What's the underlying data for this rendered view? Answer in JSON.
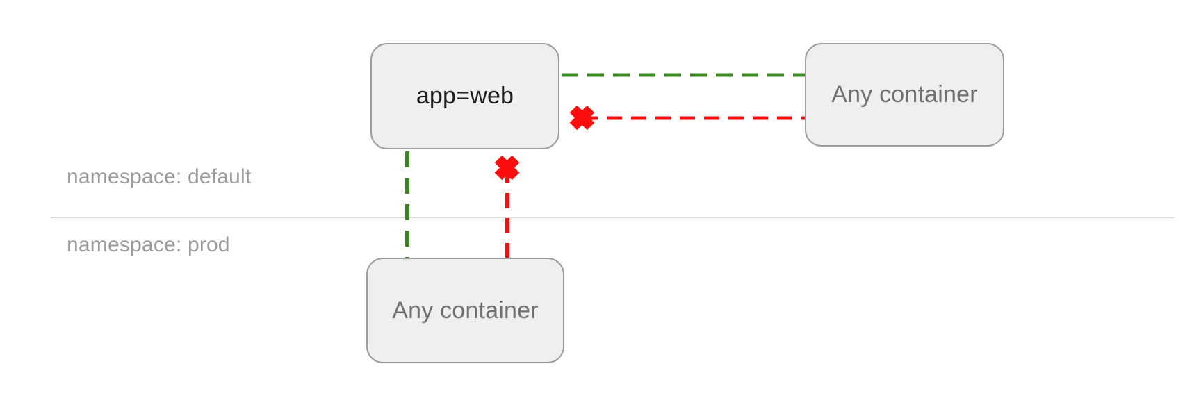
{
  "diagram": {
    "title": "network policy namespaces diagram",
    "namespaces": [
      {
        "id": "default",
        "label": "namespace: default"
      },
      {
        "id": "prod",
        "label": "namespace: prod"
      }
    ],
    "nodes": [
      {
        "id": "app-web",
        "label": "app=web",
        "namespace": "default"
      },
      {
        "id": "any-default",
        "label": "Any container",
        "namespace": "default"
      },
      {
        "id": "any-prod",
        "label": "Any container",
        "namespace": "prod"
      }
    ],
    "edges": [
      {
        "from": "app-web",
        "to": "any-default",
        "status": "allowed",
        "style": "dashed"
      },
      {
        "from": "any-default",
        "to": "app-web",
        "status": "blocked",
        "style": "dashed"
      },
      {
        "from": "app-web",
        "to": "any-prod",
        "status": "allowed",
        "style": "dashed"
      },
      {
        "from": "any-prod",
        "to": "app-web",
        "status": "blocked",
        "style": "dashed"
      }
    ],
    "colors": {
      "allowed": "#3e8727",
      "blocked": "#fa0d0c",
      "node_fill": "#efefef",
      "node_border": "#9c9c9c",
      "node_text_primary": "#1f1f1f",
      "node_text_secondary": "#6f6f6f",
      "namespace_label_text": "#9b9b9b",
      "divider": "#d9d9d9",
      "background": "#ffffff"
    }
  }
}
